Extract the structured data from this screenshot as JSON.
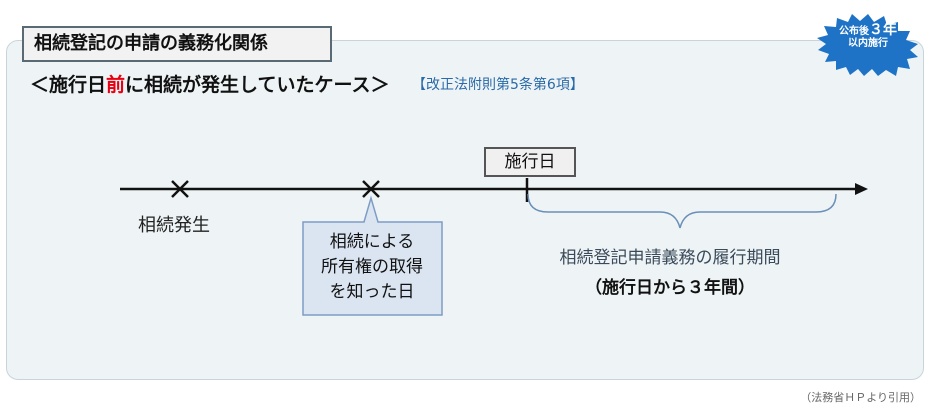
{
  "title": "相続登記の申請の義務化関係",
  "heading": {
    "prefix": "＜施行日",
    "emphasis": "前",
    "suffix": "に相続が発生していたケース＞"
  },
  "reference": "【改正法附則第5条第6項】",
  "badge": {
    "line1_prefix": "公布後",
    "line1_number": "３",
    "line1_suffix": "年",
    "line2": "以内施行"
  },
  "timeline": {
    "event1_label": "相続発生",
    "event2_lines": [
      "相続による",
      "所有権の取得",
      "を知った日"
    ],
    "effective_date_label": "施行日",
    "period_label": "相続登記申請義務の履行期間",
    "period_note": "（施行日から３年間）"
  },
  "source": "（法務省ＨＰより引用）",
  "colors": {
    "accent_red": "#e60012",
    "badge_blue": "#1f73c6",
    "brace_blue": "#6a8fb8",
    "callout_fill": "#dbe5f1",
    "callout_border": "#7f9cc6",
    "panel_bg": "#eef4f6"
  }
}
